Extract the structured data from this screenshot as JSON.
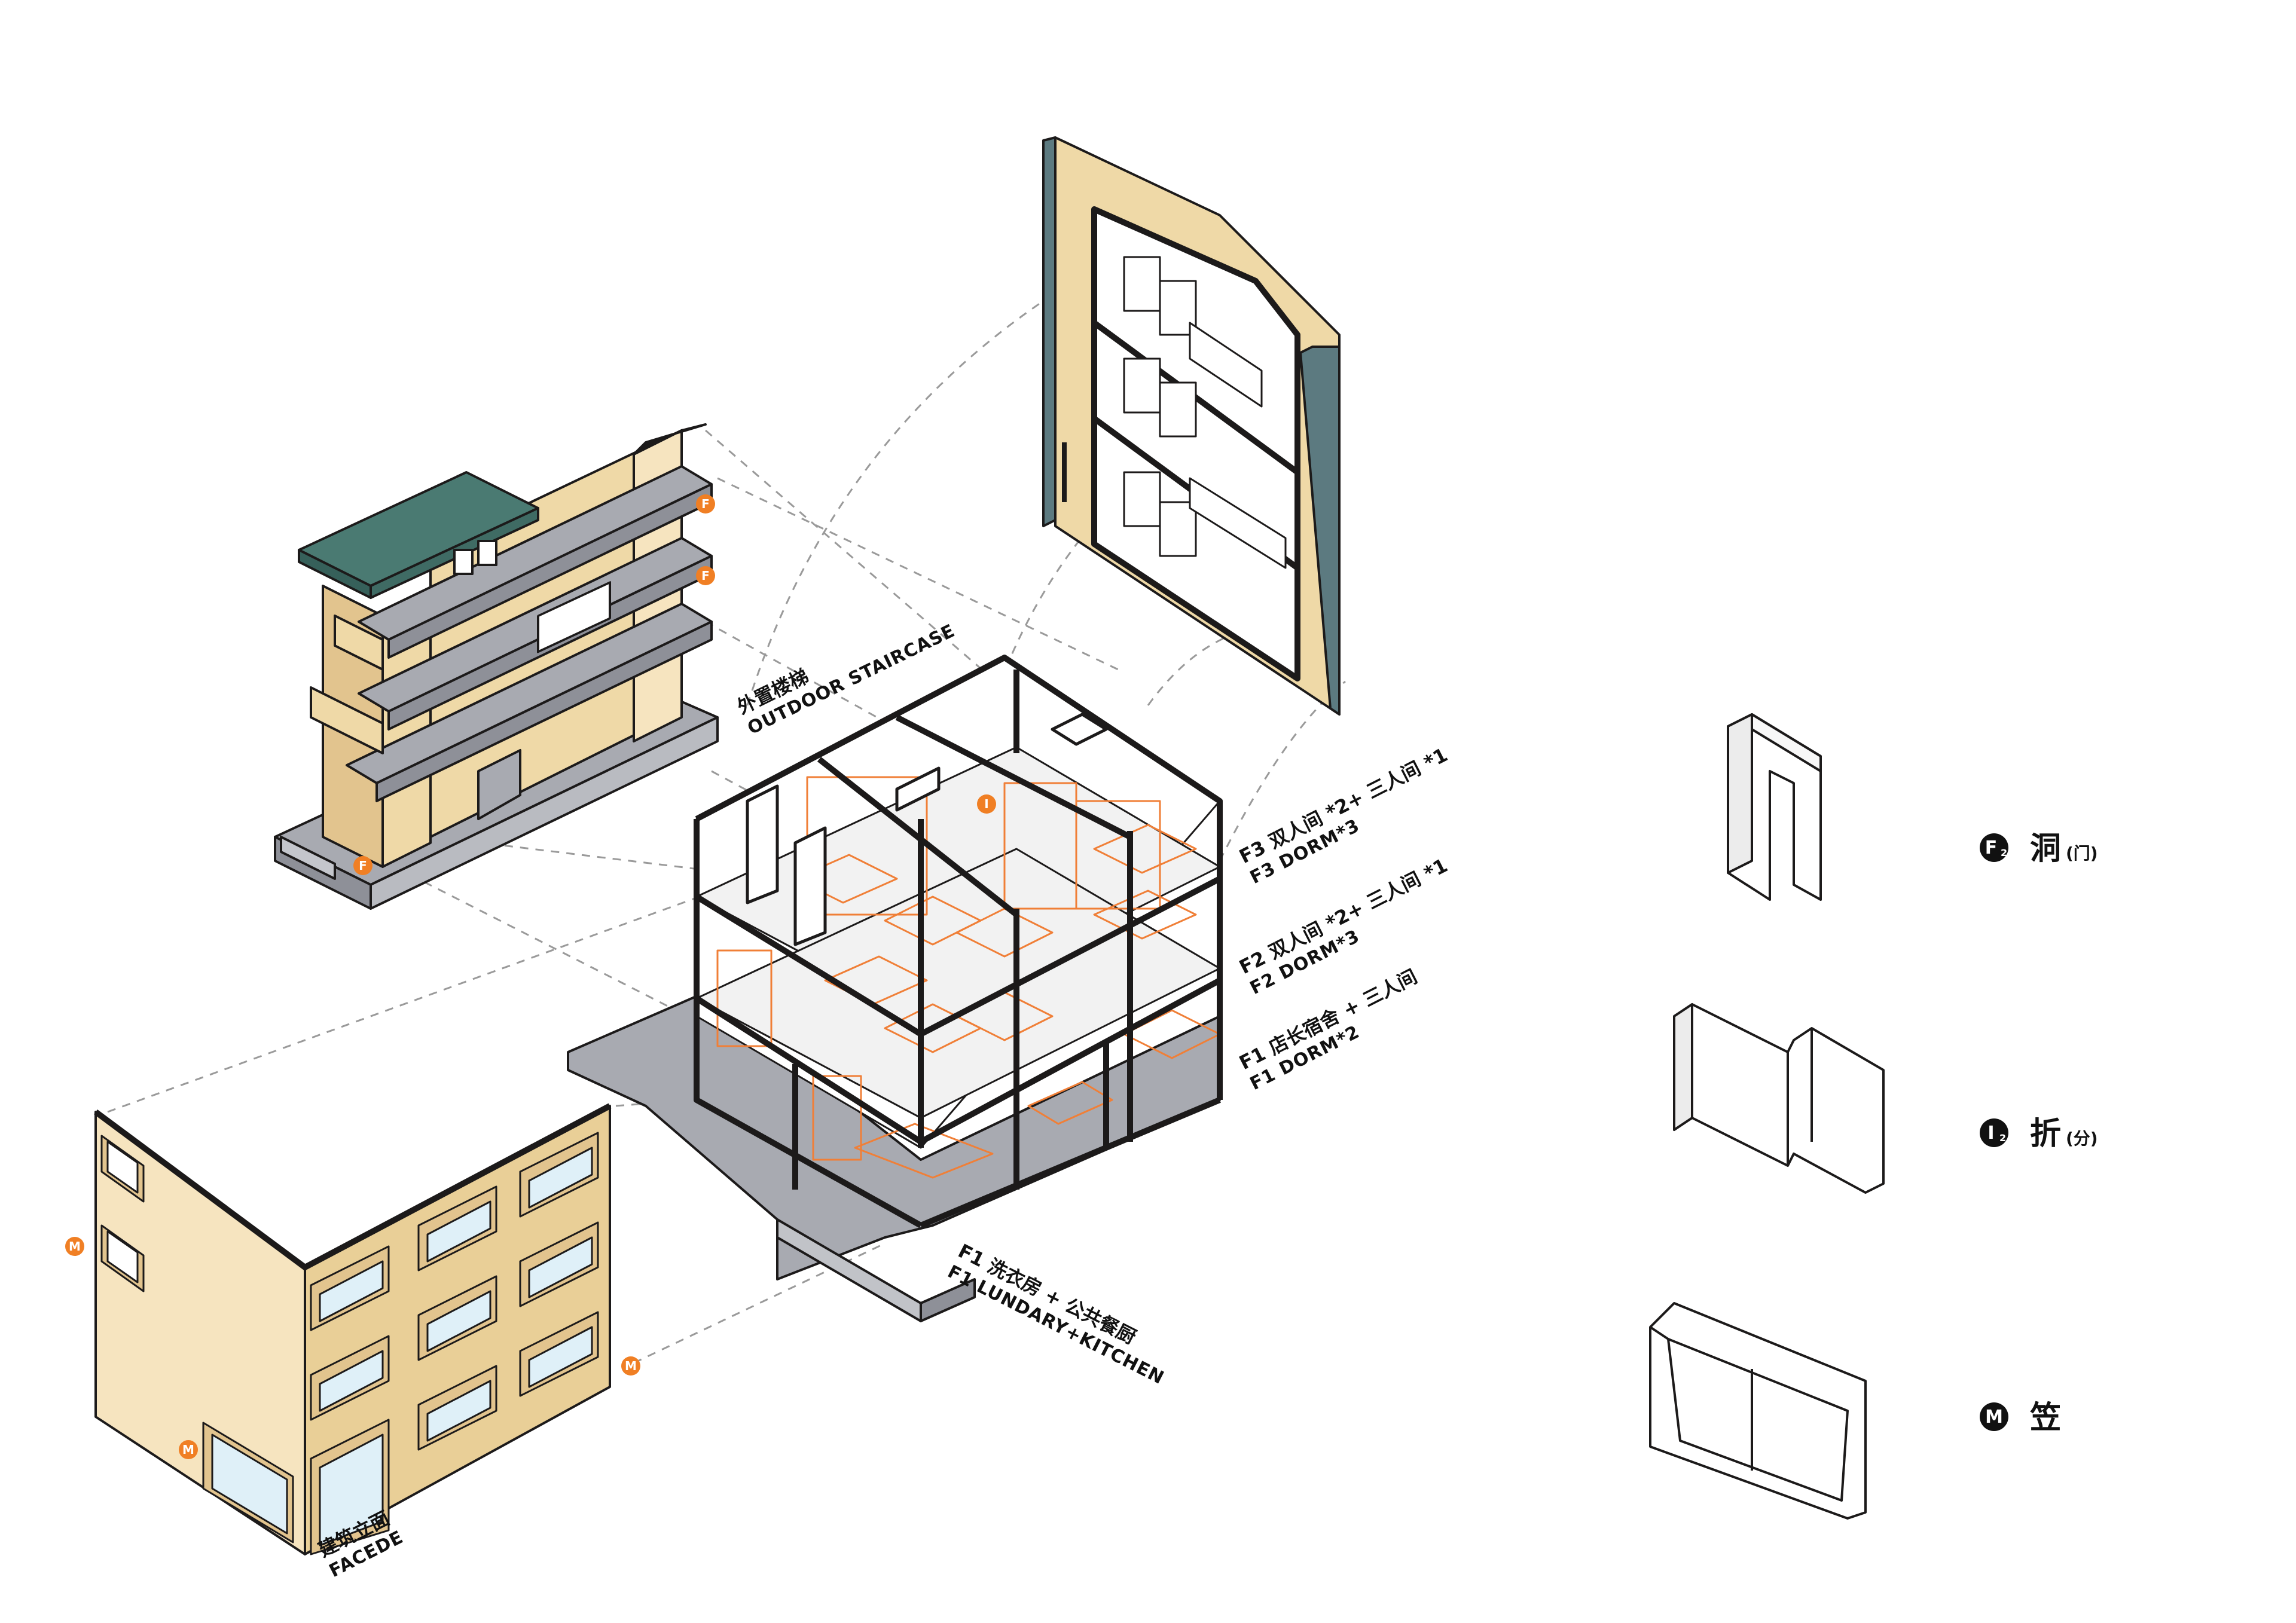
{
  "colors": {
    "wall": "#efd9a7",
    "wall_light": "#f6e4bf",
    "wall_dark": "#e2c48e",
    "roof": "#4a7a72",
    "slab": "#a8aab1",
    "outline": "#1c1a1a",
    "furniture": "#f07f37",
    "badge": "#f07f24",
    "dashed": "#9a9a9a"
  },
  "labels": {
    "staircase_cn": "外置楼梯",
    "staircase_en": "OUTDOOR STAIRCASE",
    "f3_cn": "F3 双人间 *2+ 三人间 *1",
    "f3_en": "F3 DORM*3",
    "f2_cn": "F2 双人间 *2+ 三人间 *1",
    "f2_en": "F2 DORM*3",
    "f1_cn": "F1 店长宿舍 + 三人间",
    "f1_en": "F1 DORM*2",
    "f1_ground_cn": "F1 洗衣房 + 公共餐厨",
    "f1_ground_en": "F1 LUNDARY+KITCHEN",
    "facade_cn": "建筑立面",
    "facade_en": "FACEDE"
  },
  "badges": {
    "F": "F",
    "I": "I",
    "M": "M"
  },
  "legend": [
    {
      "badge": "F",
      "sub": "2",
      "cn": "洞",
      "note": "(门)",
      "icon": "door-opening-icon"
    },
    {
      "badge": "I",
      "sub": "2",
      "cn": "折",
      "note": "(分)",
      "icon": "folded-wall-icon"
    },
    {
      "badge": "M",
      "sub": "",
      "cn": "笠",
      "note": "",
      "icon": "window-hood-icon"
    }
  ]
}
